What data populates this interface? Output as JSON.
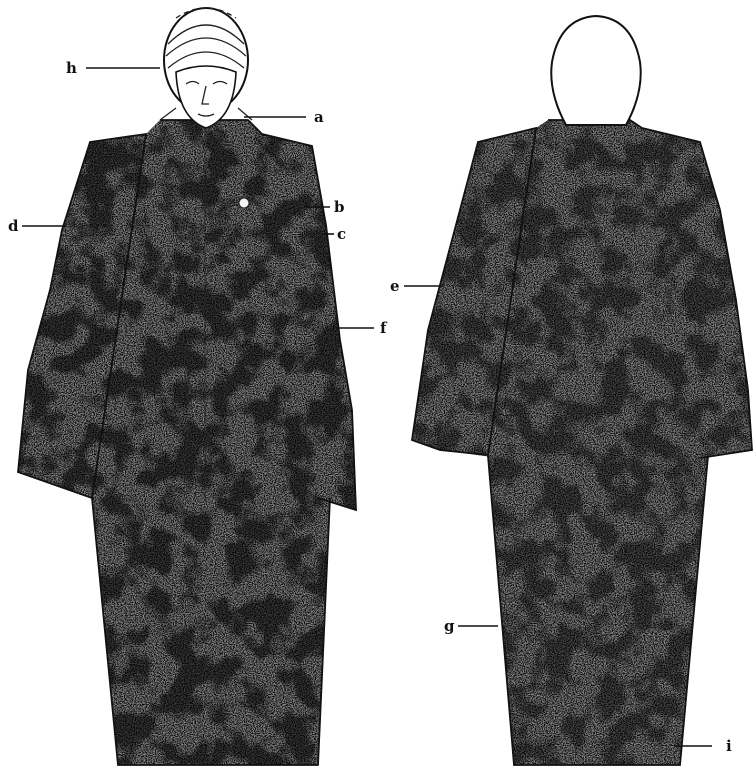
{
  "figure": {
    "views": [
      "front-view",
      "back-view"
    ],
    "colors": {
      "ink": "#111111",
      "fabric": "#8a8a8a",
      "fabric_dark": "#3a3a3a",
      "paper": "#ffffff"
    },
    "labels": {
      "a": "a",
      "b": "b",
      "c": "c",
      "d": "d",
      "e": "e",
      "f": "f",
      "g": "g",
      "h": "h",
      "i": "i"
    }
  }
}
